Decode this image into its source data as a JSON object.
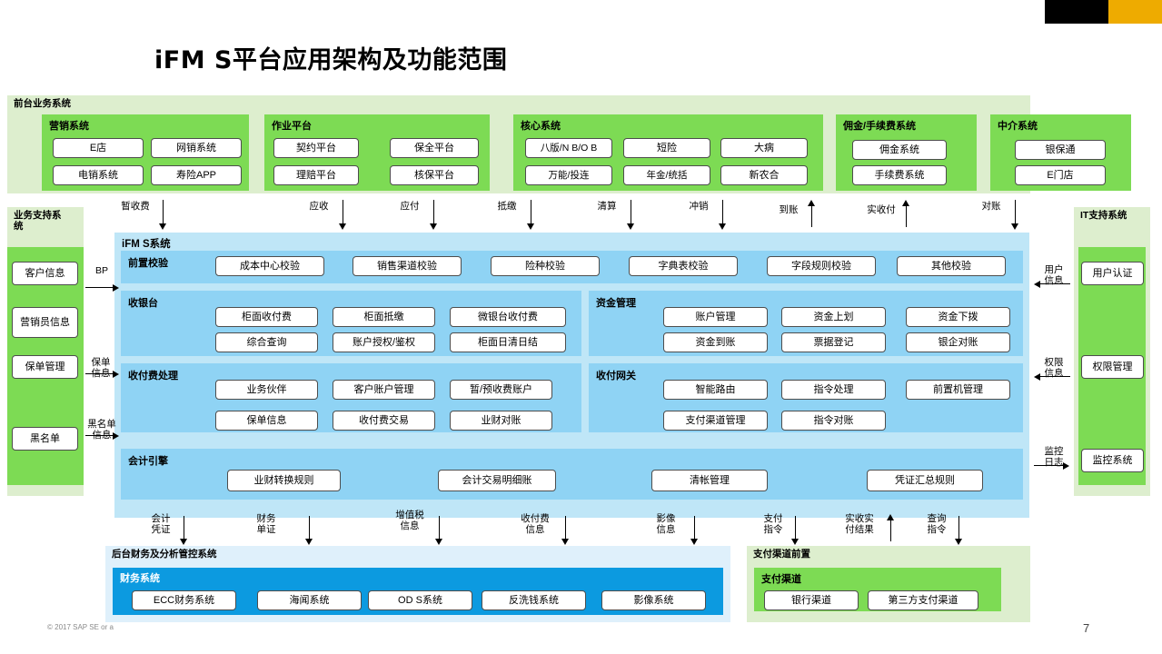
{
  "slide": {
    "title": "iFM S平台应用架构及功能范围",
    "page_number": "7",
    "copyright": "© 2017 SAP SE or a",
    "colors": {
      "accent_gold": "#eeab00",
      "accent_black": "#000000",
      "band_green_pale": "#ddeece",
      "group_green": "#7ddb54",
      "core_blue_pale": "#bfe6f7",
      "core_blue": "#8fd3f4",
      "finance_blue": "#0c9ae0"
    }
  },
  "front_office": {
    "band_title": "前台业务系统",
    "groups": [
      {
        "title": "营销系统",
        "nodes": [
          "E店",
          "网销系统",
          "电销系统",
          "寿险APP"
        ]
      },
      {
        "title": "作业平台",
        "nodes": [
          "契约平台",
          "保全平台",
          "理赔平台",
          "核保平台"
        ]
      },
      {
        "title": "核心系统",
        "nodes": [
          "八版/N B/O B",
          "短险",
          "大病",
          "万能/投连",
          "年金/统括",
          "新农合"
        ]
      },
      {
        "title": "佣金/手续费系统",
        "nodes": [
          "佣金系统",
          "手续费系统"
        ]
      },
      {
        "title": "中介系统",
        "nodes": [
          "银保通",
          "E门店"
        ]
      }
    ]
  },
  "business_support": {
    "band_title": "业务支持系\n统",
    "nodes": [
      "客户信息",
      "营销员信息",
      "保单管理",
      "黑名单"
    ]
  },
  "it_support": {
    "band_title": "IT支持系统",
    "nodes": [
      "用户认证",
      "权限管理",
      "监控系统"
    ]
  },
  "ifms": {
    "title": "iFM S系统",
    "sections": [
      {
        "title": "前置校验",
        "nodes": [
          "成本中心校验",
          "销售渠道校验",
          "险种校验",
          "字典表校验",
          "字段规则校验",
          "其他校验"
        ]
      },
      {
        "title": "收银台",
        "nodes": [
          "柜面收付费",
          "柜面抵缴",
          "微银台收付费",
          "综合查询",
          "账户授权/鉴权",
          "柜面日清日结"
        ]
      },
      {
        "title": "资金管理",
        "nodes": [
          "账户管理",
          "资金上划",
          "资金下拨",
          "资金到账",
          "票据登记",
          "银企对账"
        ]
      },
      {
        "title": "收付费处理",
        "nodes": [
          "业务伙伴",
          "客户账户管理",
          "暂/预收费账户",
          "保单信息",
          "收付费交易",
          "业财对账"
        ]
      },
      {
        "title": "收付网关",
        "nodes": [
          "智能路由",
          "指令处理",
          "前置机管理",
          "支付渠道管理",
          "指令对账"
        ]
      },
      {
        "title": "会计引擎",
        "nodes": [
          "业财转换规则",
          "会计交易明细账",
          "清帐管理",
          "凭证汇总规则"
        ]
      }
    ]
  },
  "back_office": {
    "band_title": "后台财务及分析管控系统",
    "group_title": "财务系统",
    "nodes": [
      "ECC财务系统",
      "海闻系统",
      "OD S系统",
      "反洗钱系统",
      "影像系统"
    ]
  },
  "payment_front": {
    "band_title": "支付渠道前置",
    "group_title": "支付渠道",
    "nodes": [
      "银行渠道",
      "第三方支付渠道"
    ]
  },
  "flows": {
    "top": [
      {
        "label": "暂收费",
        "dir": "down"
      },
      {
        "label": "应收",
        "dir": "down"
      },
      {
        "label": "应付",
        "dir": "down"
      },
      {
        "label": "抵缴",
        "dir": "down"
      },
      {
        "label": "清算",
        "dir": "down"
      },
      {
        "label": "冲销",
        "dir": "down"
      },
      {
        "label": "到账",
        "dir": "up"
      },
      {
        "label": "实收付",
        "dir": "up"
      },
      {
        "label": "对账",
        "dir": "down"
      }
    ],
    "left": [
      {
        "label": "BP",
        "dir": "right"
      },
      {
        "label": "保单\n信息",
        "dir": "right"
      },
      {
        "label": "黑名单\n信息",
        "dir": "right"
      }
    ],
    "right": [
      {
        "label": "用户\n信息",
        "dir": "left"
      },
      {
        "label": "权限\n信息",
        "dir": "left"
      },
      {
        "label": "监控\n日志",
        "dir": "right"
      }
    ],
    "bottom": [
      {
        "label": "会计\n凭证",
        "dir": "down"
      },
      {
        "label": "财务\n单证",
        "dir": "down"
      },
      {
        "label": "",
        "dir": "down"
      },
      {
        "label": "增值税\n信息",
        "dir": "down"
      },
      {
        "label": "收付费\n信息",
        "dir": "down"
      },
      {
        "label": "影像\n信息",
        "dir": "down"
      },
      {
        "label": "支付\n指令",
        "dir": "down"
      },
      {
        "label": "实收实\n付结果",
        "dir": "up"
      },
      {
        "label": "查询\n指令",
        "dir": "down"
      }
    ]
  }
}
